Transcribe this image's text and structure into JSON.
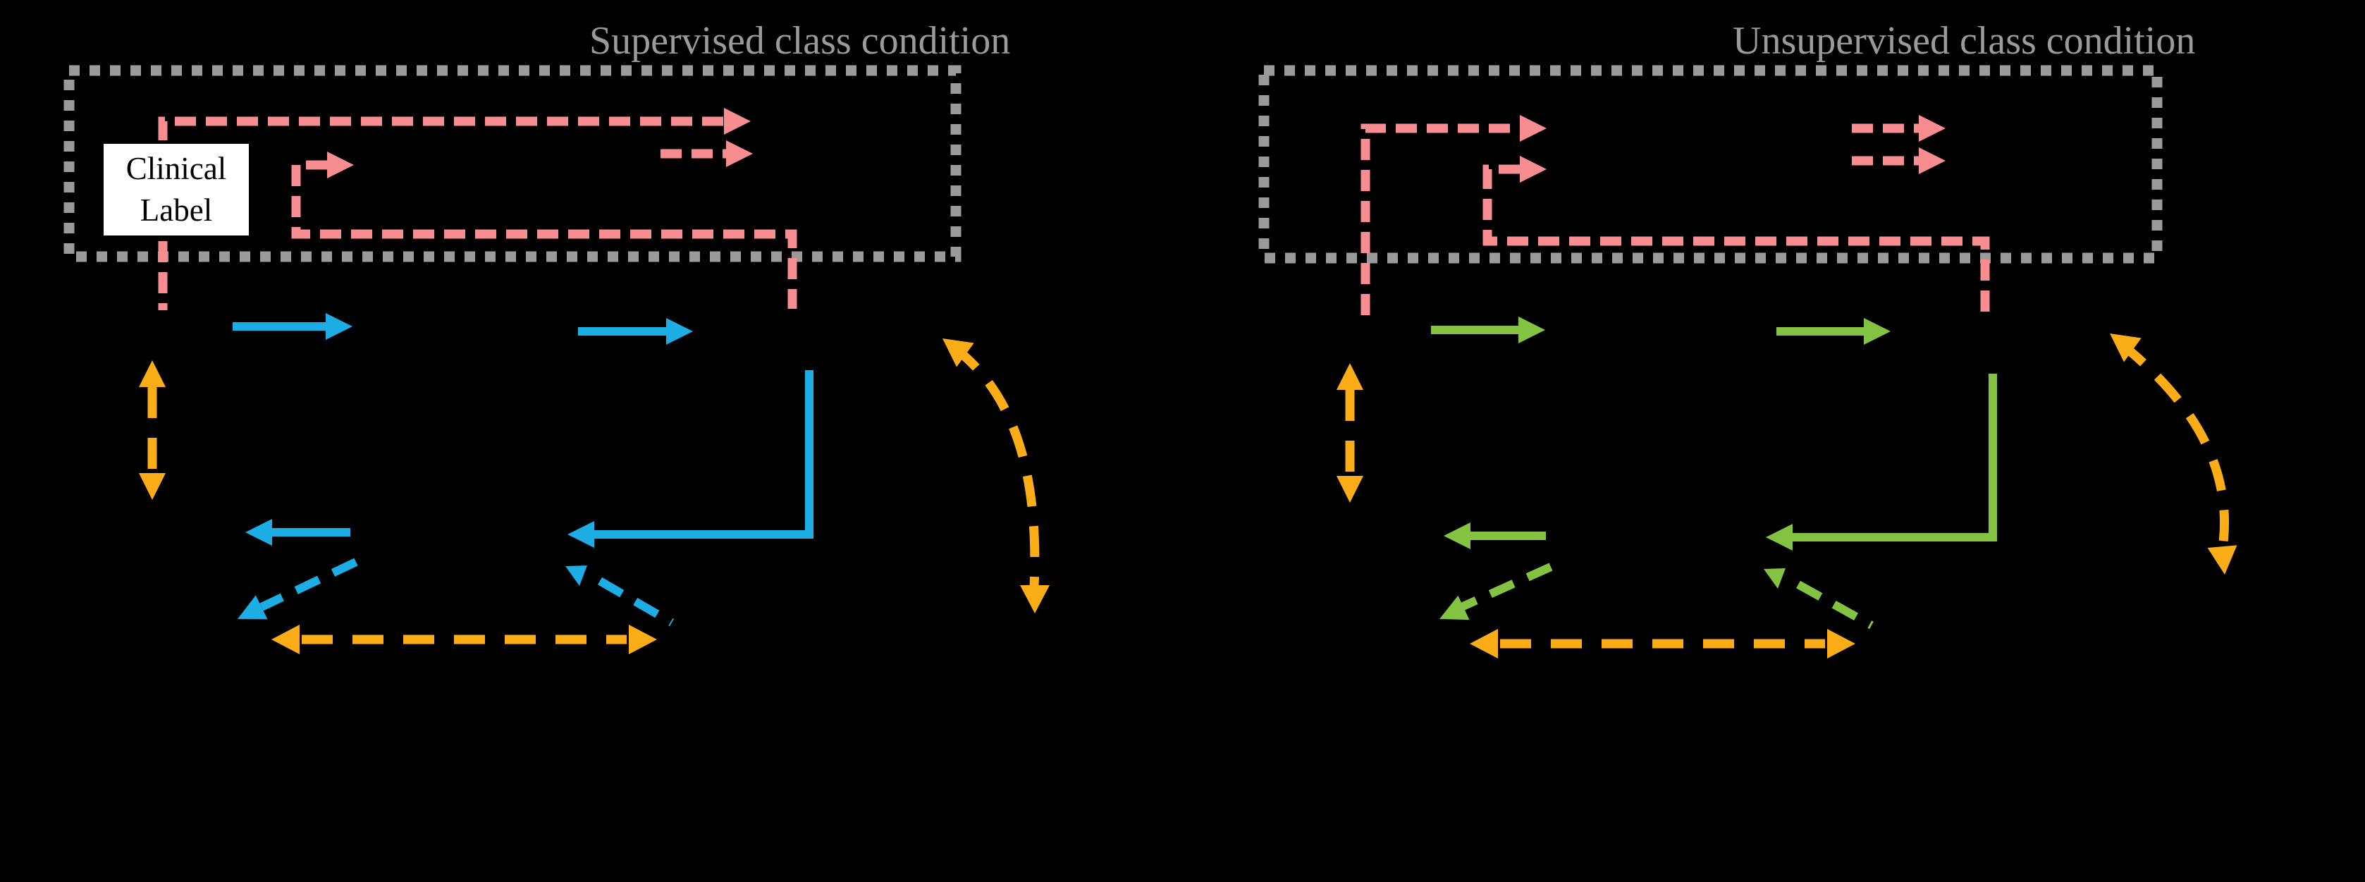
{
  "left_panel": {
    "title": "Supervised class condition",
    "clinical_label": "Clinical Label",
    "accent_color_name": "blue"
  },
  "right_panel": {
    "title": "Unsupervised class condition",
    "accent_color_name": "green"
  },
  "palette": {
    "pink": "#F78D90",
    "blue": "#1CADE4",
    "green": "#84C341",
    "orange": "#FBAD18",
    "gray": "#9A9A9A",
    "label_bg": "#FFFFFF",
    "label_text": "#000000",
    "background": "#000000"
  }
}
